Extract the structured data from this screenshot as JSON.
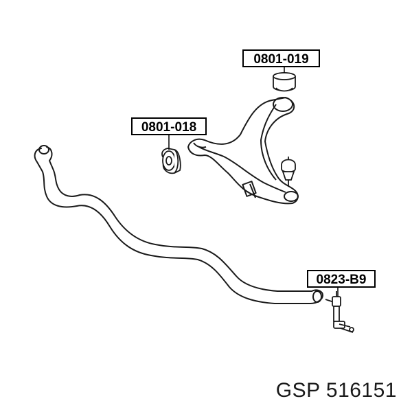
{
  "labels": {
    "upper_bushing": "0801-019",
    "arm_bushing": "0801-018",
    "stabilizer_link": "0823-B9"
  },
  "caption": "GSP 516151",
  "colors": {
    "line": "#1a1a1a",
    "label_border": "#000000",
    "background": "#ffffff"
  }
}
